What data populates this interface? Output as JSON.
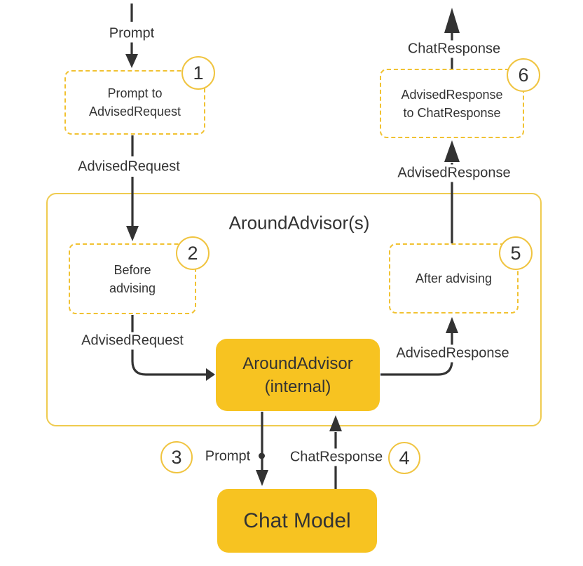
{
  "title": "AroundAdvisor(s)",
  "badges": {
    "b1": "1",
    "b2": "2",
    "b3": "3",
    "b4": "4",
    "b5": "5",
    "b6": "6"
  },
  "boxes": {
    "prompt_to_advised_request": {
      "lines": [
        "Prompt to",
        "AdvisedRequest"
      ]
    },
    "before_advising": {
      "lines": [
        "Before",
        "advising"
      ]
    },
    "after_advising": {
      "lines": [
        "After advising"
      ]
    },
    "advised_response_to_chat_response": {
      "lines": [
        "AdvisedResponse",
        "to ChatResponse"
      ]
    },
    "around_advisor_internal": {
      "lines": [
        "AroundAdvisor",
        "(internal)"
      ]
    },
    "chat_model": {
      "lines": [
        "Chat Model"
      ]
    }
  },
  "edge_labels": {
    "prompt_in": "Prompt",
    "advised_request_outer": "AdvisedRequest",
    "advised_request_inner": "AdvisedRequest",
    "advised_response_inner": "AdvisedResponse",
    "advised_response_outer": "AdvisedResponse",
    "chat_response_out": "ChatResponse",
    "prompt_to_model": "Prompt",
    "chat_response_from_model": "ChatResponse"
  },
  "colors": {
    "line_color": "#333333",
    "text_color": "#333333",
    "node_fill": "#F7C321",
    "dashed_border": "#F1C232",
    "container_border": "#EFCB4F",
    "badge_border": "#F0C440",
    "background": "#FFFFFF"
  }
}
